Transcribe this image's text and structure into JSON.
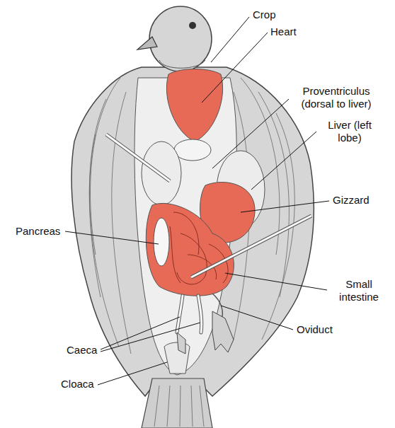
{
  "diagram": {
    "labels": [
      "Crop",
      "Heart",
      "Proventriculus (dorsal to liver)",
      "Liver (left lobe)",
      "Gizzard",
      "Pancreas",
      "Small intestine",
      "Oviduct",
      "Caeca",
      "Cloaca"
    ]
  }
}
